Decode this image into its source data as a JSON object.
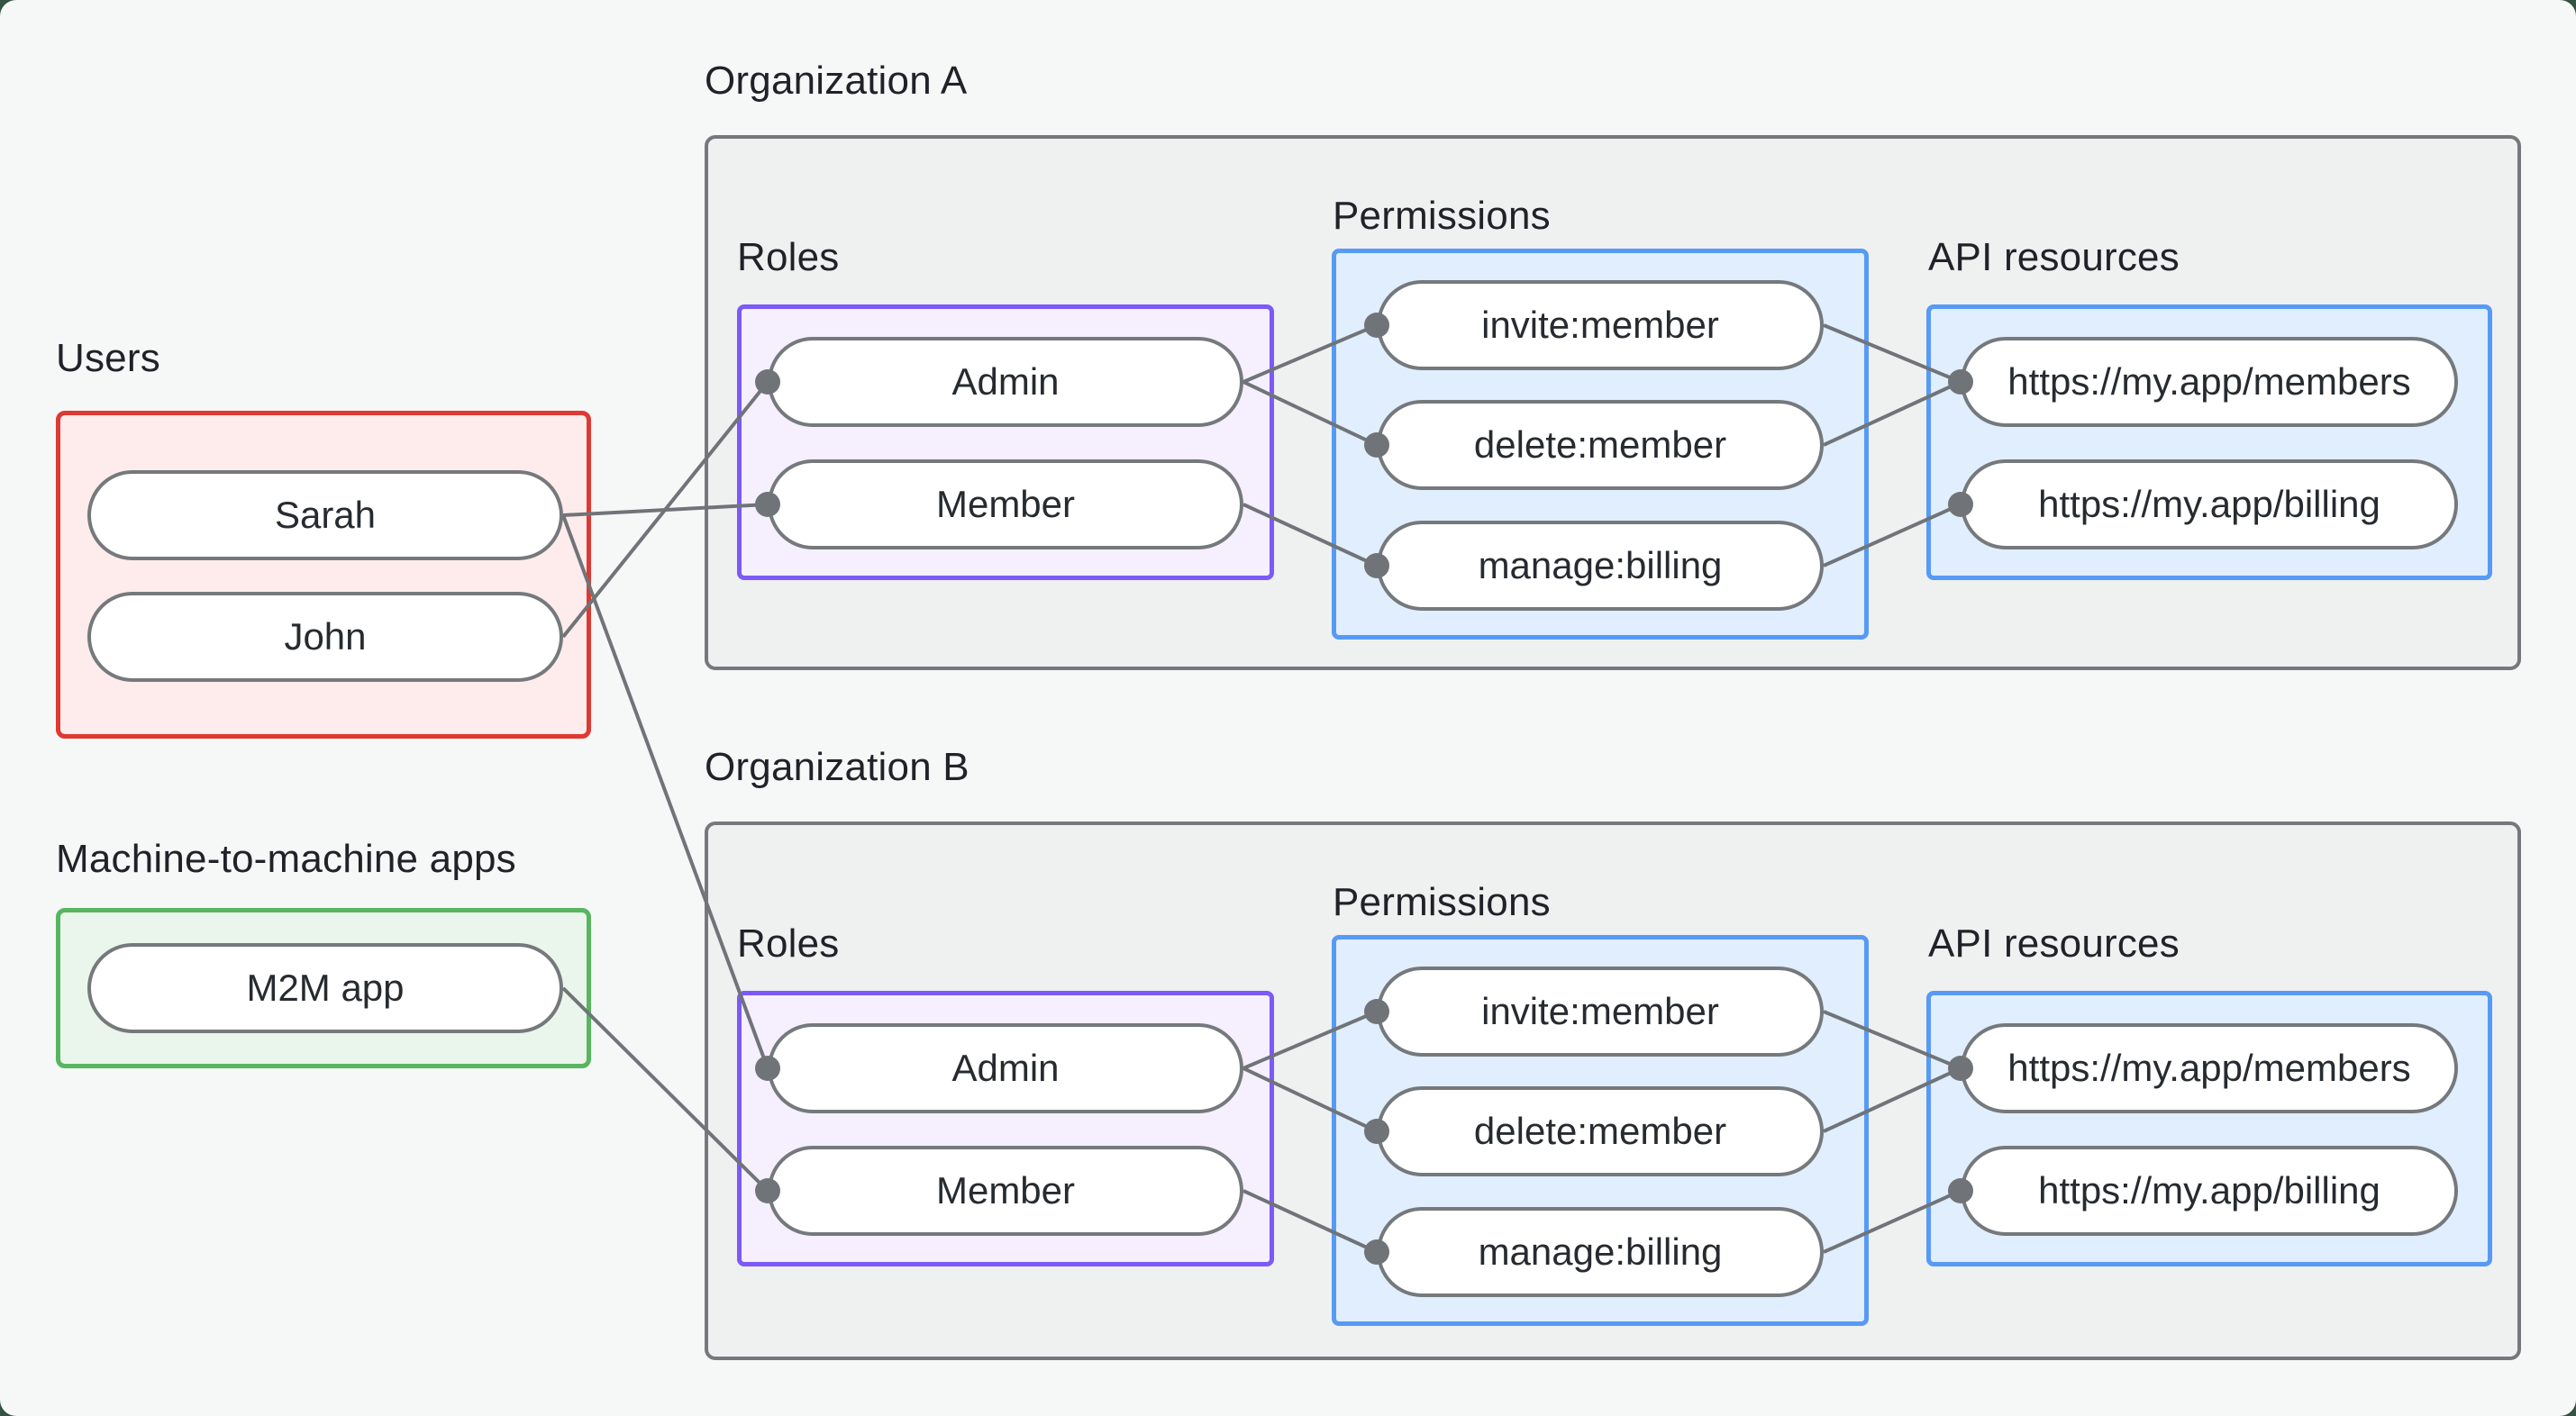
{
  "colors": {
    "desktop_bg": "#355243",
    "page_bg": "#f6f7f7",
    "org_box_bg": "#eff0f0",
    "org_box_border": "#75797c",
    "users_border": "#dd3a33",
    "users_bg": "#fdeceb",
    "m2m_border": "#58b560",
    "m2m_bg": "#eaf6eb",
    "roles_border": "#7c59f8",
    "roles_bg": "#f5effe",
    "blue_border": "#579af5",
    "blue_bg": "#e0eefd",
    "pill_border": "#75797c",
    "pill_bg": "#ffffff",
    "connector": "#707478",
    "text": "#1f2328"
  },
  "users": {
    "label": "Users",
    "nodes": [
      {
        "id": "sarah",
        "label": "Sarah"
      },
      {
        "id": "john",
        "label": "John"
      }
    ]
  },
  "m2m": {
    "label": "Machine-to-machine apps",
    "nodes": [
      {
        "id": "m2m-app",
        "label": "M2M app"
      }
    ]
  },
  "org_a": {
    "label": "Organization A",
    "roles": {
      "label": "Roles",
      "nodes": [
        {
          "id": "org-a-admin",
          "label": "Admin"
        },
        {
          "id": "org-a-member",
          "label": "Member"
        }
      ]
    },
    "permissions": {
      "label": "Permissions",
      "nodes": [
        {
          "id": "org-a-invite-member",
          "label": "invite:member"
        },
        {
          "id": "org-a-delete-member",
          "label": "delete:member"
        },
        {
          "id": "org-a-manage-billing",
          "label": "manage:billing"
        }
      ]
    },
    "api": {
      "label": "API resources",
      "nodes": [
        {
          "id": "org-a-members-api",
          "label": "https://my.app/members"
        },
        {
          "id": "org-a-billing-api",
          "label": "https://my.app/billing"
        }
      ]
    }
  },
  "org_b": {
    "label": "Organization B",
    "roles": {
      "label": "Roles",
      "nodes": [
        {
          "id": "org-b-admin",
          "label": "Admin"
        },
        {
          "id": "org-b-member",
          "label": "Member"
        }
      ]
    },
    "permissions": {
      "label": "Permissions",
      "nodes": [
        {
          "id": "org-b-invite-member",
          "label": "invite:member"
        },
        {
          "id": "org-b-delete-member",
          "label": "delete:member"
        },
        {
          "id": "org-b-manage-billing",
          "label": "manage:billing"
        }
      ]
    },
    "api": {
      "label": "API resources",
      "nodes": [
        {
          "id": "org-b-members-api",
          "label": "https://my.app/members"
        },
        {
          "id": "org-b-billing-api",
          "label": "https://my.app/billing"
        }
      ]
    }
  },
  "edges": [
    {
      "from": "sarah",
      "to": "org-a-member"
    },
    {
      "from": "john",
      "to": "org-a-admin"
    },
    {
      "from": "sarah",
      "to": "org-b-admin"
    },
    {
      "from": "m2m-app",
      "to": "org-b-member"
    },
    {
      "from": "org-a-admin",
      "to": "org-a-invite-member"
    },
    {
      "from": "org-a-admin",
      "to": "org-a-delete-member"
    },
    {
      "from": "org-a-member",
      "to": "org-a-manage-billing"
    },
    {
      "from": "org-a-invite-member",
      "to": "org-a-members-api"
    },
    {
      "from": "org-a-delete-member",
      "to": "org-a-members-api"
    },
    {
      "from": "org-a-manage-billing",
      "to": "org-a-billing-api"
    },
    {
      "from": "org-b-admin",
      "to": "org-b-invite-member"
    },
    {
      "from": "org-b-admin",
      "to": "org-b-delete-member"
    },
    {
      "from": "org-b-member",
      "to": "org-b-manage-billing"
    },
    {
      "from": "org-b-invite-member",
      "to": "org-b-members-api"
    },
    {
      "from": "org-b-delete-member",
      "to": "org-b-members-api"
    },
    {
      "from": "org-b-manage-billing",
      "to": "org-b-billing-api"
    }
  ]
}
